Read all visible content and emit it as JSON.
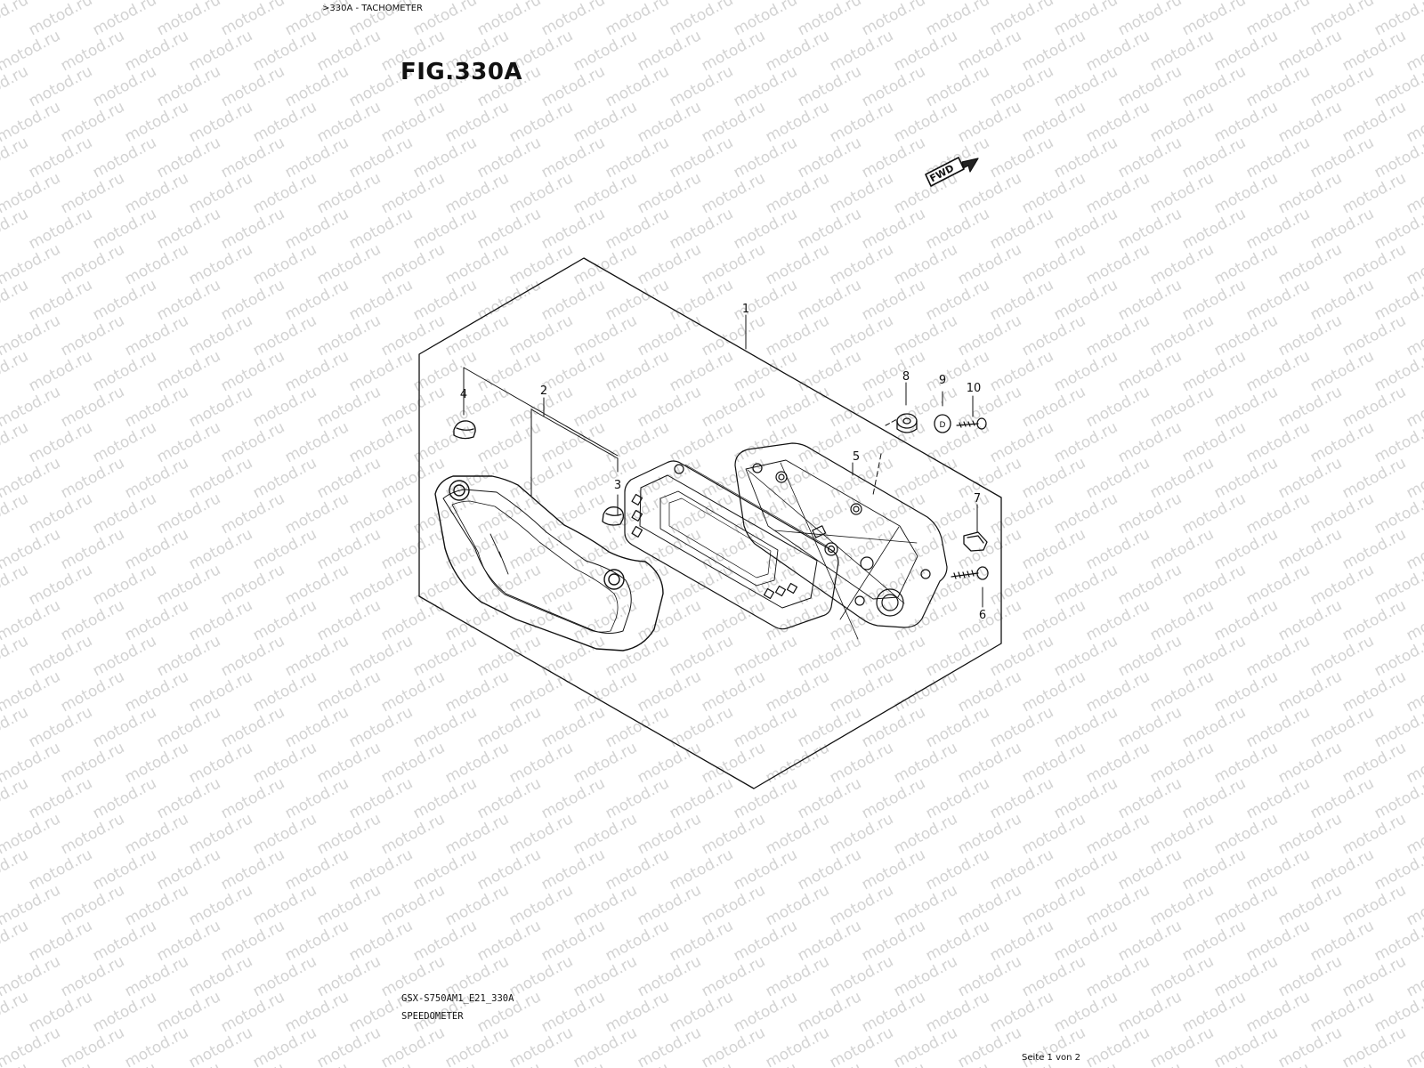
{
  "header": {
    "breadcrumb": ">330A - TACHOMETER",
    "figure_title": "FIG.330A"
  },
  "diagram": {
    "forward_label": "FWD",
    "callouts": [
      {
        "id": "callout-1",
        "label": "1"
      },
      {
        "id": "callout-2",
        "label": "2"
      },
      {
        "id": "callout-3",
        "label": "3"
      },
      {
        "id": "callout-4",
        "label": "4"
      },
      {
        "id": "callout-5",
        "label": "5"
      },
      {
        "id": "callout-6",
        "label": "6"
      },
      {
        "id": "callout-7",
        "label": "7"
      },
      {
        "id": "callout-8",
        "label": "8"
      },
      {
        "id": "callout-9",
        "label": "9"
      },
      {
        "id": "callout-10",
        "label": "10"
      }
    ],
    "washer_mark": "D"
  },
  "watermark": {
    "text": "motod.ru"
  },
  "footer": {
    "model_code": "GSX-S750AM1_E21_330A",
    "part_name": "SPEEDOMETER",
    "page_indicator": "Seite 1 von 2"
  },
  "colors": {
    "line": "#111111",
    "watermark": "#d3d3d3",
    "background": "#ffffff"
  }
}
